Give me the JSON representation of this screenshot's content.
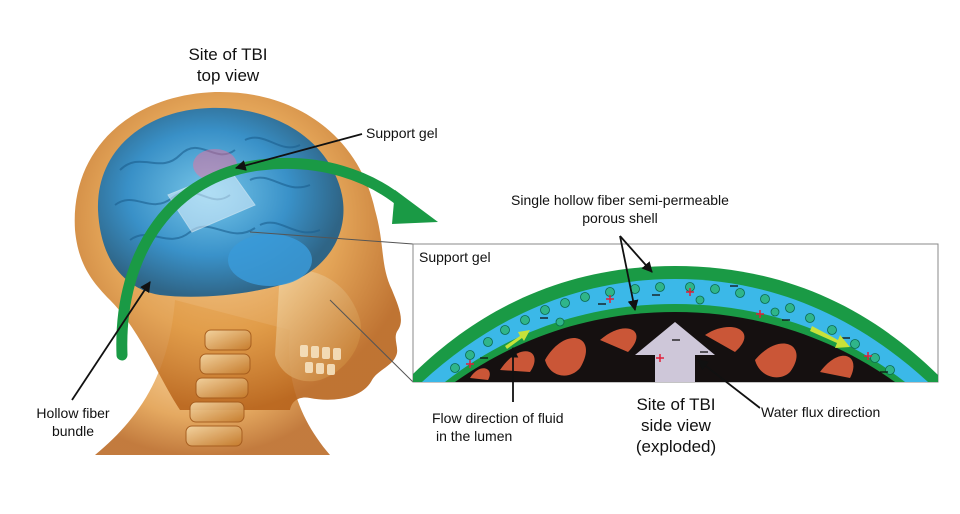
{
  "labels": {
    "top_title": [
      "Site of TBI",
      "top view"
    ],
    "support_gel_top": "Support gel",
    "shell": [
      "Single hollow fiber semi-permeable",
      "porous shell"
    ],
    "support_gel_box": "Support gel",
    "hollow_fiber": [
      "Hollow fiber",
      "bundle"
    ],
    "flow": [
      "Flow direction of fluid",
      "in the lumen"
    ],
    "side_title": [
      "Site of TBI",
      "side view",
      "(exploded)"
    ],
    "water_flux": "Water flux direction"
  },
  "colors": {
    "fiber_green": "#1a9a45",
    "lumen_blue": "#3bb8e8",
    "brain_blue": "#2a8ed0",
    "skin_orange": "#d9892e",
    "tissue_red": "#d45a3a",
    "arrow_yellow": "#c8e23a",
    "charge_red": "#e0203a"
  }
}
